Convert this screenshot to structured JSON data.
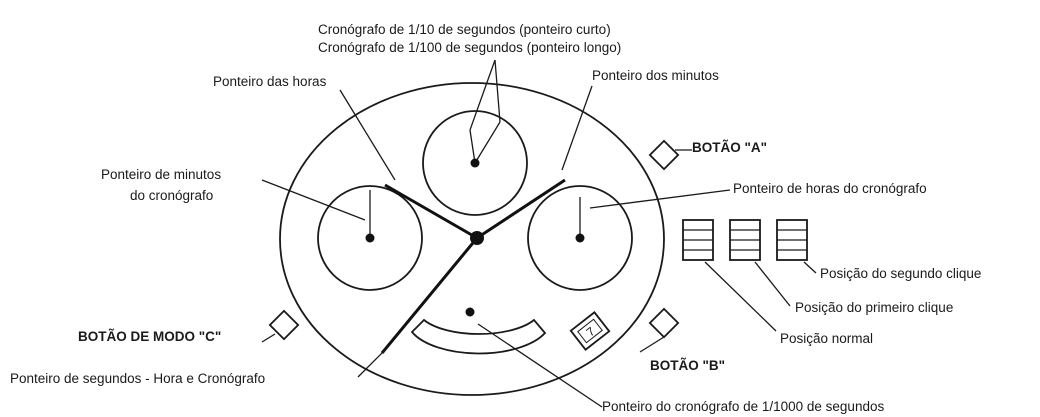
{
  "labels": {
    "chrono_tenth": "Cronógrafo de 1/10 de segundos (ponteiro curto)",
    "chrono_hundredth": "Cronógrafo de 1/100 de segundos (ponteiro longo)",
    "hour_hand": "Ponteiro das horas",
    "minute_hand": "Ponteiro dos minutos",
    "button_a": "BOTÃO \"A\"",
    "chrono_minutes_line1": "Ponteiro de minutos",
    "chrono_minutes_line2": "do cronógrafo",
    "chrono_hours": "Ponteiro de horas do cronógrafo",
    "second_click": "Posição do segundo clique",
    "first_click": "Posição do primeiro clique",
    "normal_position": "Posição normal",
    "mode_button_c": "BOTÃO DE MODO \"C\"",
    "button_b": "BOTÃO \"B\"",
    "seconds_hand": "Ponteiro de segundos - Hora e Cronógrafo",
    "chrono_thousandth": "Ponteiro do cronógrafo de 1/1000 de segundos"
  },
  "date_window": "7"
}
